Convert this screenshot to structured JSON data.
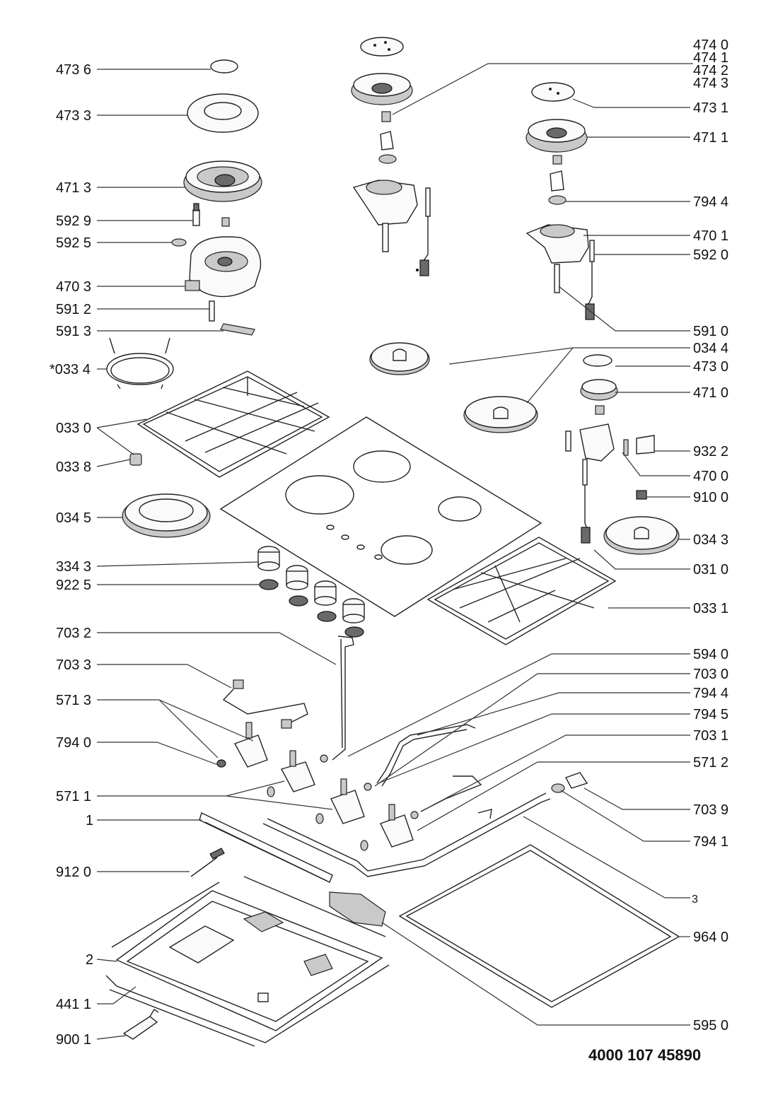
{
  "document_number": "4000 107 45890",
  "callouts": {
    "c4736": "473 6",
    "c4733": "473 3",
    "c4713": "471 3",
    "c5929": "592 9",
    "c5925": "592 5",
    "c4703": "470 3",
    "c5912": "591 2",
    "c5913": "591 3",
    "c0334": "*033 4",
    "c0330": "033 0",
    "c0338": "033 8",
    "c0345": "034 5",
    "c3343": "334 3",
    "c9225": "922 5",
    "c7032": "703 2",
    "c7033": "703 3",
    "c5713": "571 3",
    "c7940": "794 0",
    "c5711": "571 1",
    "c1": "1",
    "c9120": "912 0",
    "c2": "2",
    "c4411": "441 1",
    "c9001": "900 1",
    "c4740": "474 0",
    "c4741": "474 1",
    "c4742": "474 2",
    "c4743": "474 3",
    "c4731": "473 1",
    "c4711": "471 1",
    "c7944a": "794 4",
    "c4701": "470 1",
    "c5920": "592 0",
    "c5910": "591 0",
    "c0344": "034 4",
    "c4730": "473 0",
    "c4710": "471 0",
    "c9322": "932 2",
    "c4700": "470 0",
    "c9100": "910 0",
    "c0343": "034 3",
    "c0310": "031 0",
    "c0331": "033 1",
    "c5940": "594 0",
    "c7030": "703 0",
    "c7944b": "794 4",
    "c7945": "794 5",
    "c7031": "703 1",
    "c5712": "571 2",
    "c7039": "703 9",
    "c7941": "794 1",
    "c3": "3",
    "c9640": "964 0",
    "c5950": "595 0"
  }
}
